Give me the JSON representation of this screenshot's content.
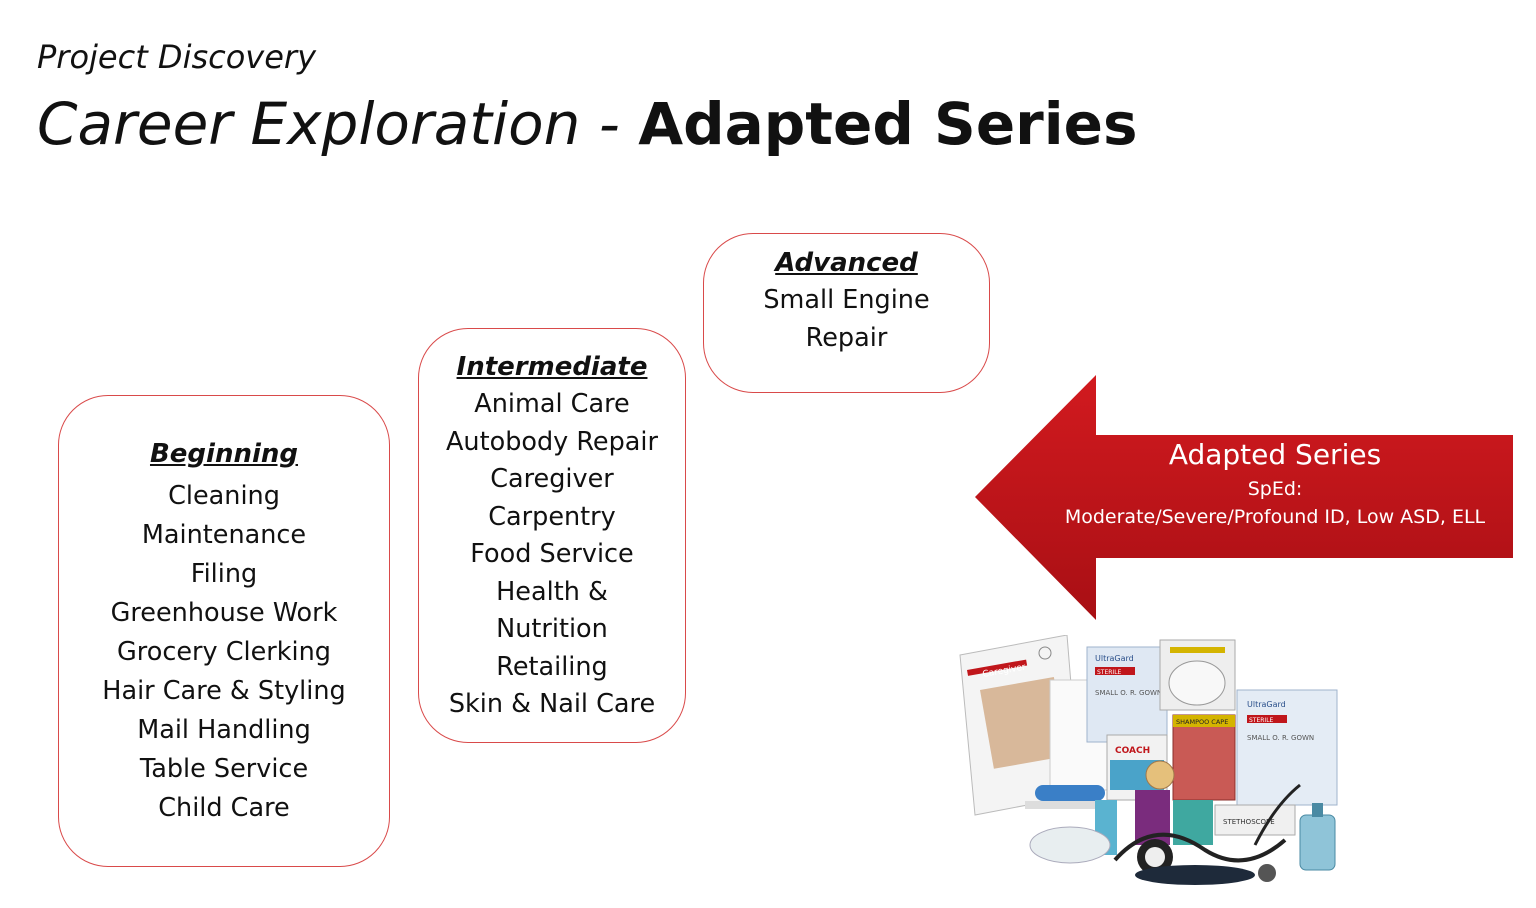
{
  "header": {
    "subtitle": "Project Discovery",
    "title_italic": "Career Exploration - ",
    "title_bold": "Adapted Series"
  },
  "levels": {
    "beginning": {
      "heading": "Beginning",
      "items": [
        "Cleaning",
        "Maintenance",
        "Filing",
        "Greenhouse Work",
        "Grocery Clerking",
        "Hair Care & Styling",
        "Mail Handling",
        "Table Service",
        "Child Care"
      ]
    },
    "intermediate": {
      "heading": "Intermediate",
      "items": [
        "Animal Care",
        "Autobody Repair",
        "Caregiver",
        "Carpentry",
        "Food Service",
        "Health &",
        "Nutrition",
        "Retailing",
        "Skin & Nail Care"
      ]
    },
    "advanced": {
      "heading": "Advanced",
      "items": [
        "Small Engine",
        "Repair"
      ]
    }
  },
  "arrow": {
    "title": "Adapted Series",
    "line1": "SpEd:",
    "line2": "Moderate/Severe/Profound ID, Low ASD, ELL",
    "color": "#c0161b"
  },
  "kit_photo": {
    "binder_label": "Caregiver",
    "package_labels": [
      "UltraGard",
      "STERILE",
      "SMALL O. R. GOWN",
      "SHAMPOO CAPE",
      "COACH",
      "STETHOSCOPE"
    ]
  },
  "colors": {
    "box_border": "#d94a4a",
    "arrow_fill": "#c0161b"
  }
}
